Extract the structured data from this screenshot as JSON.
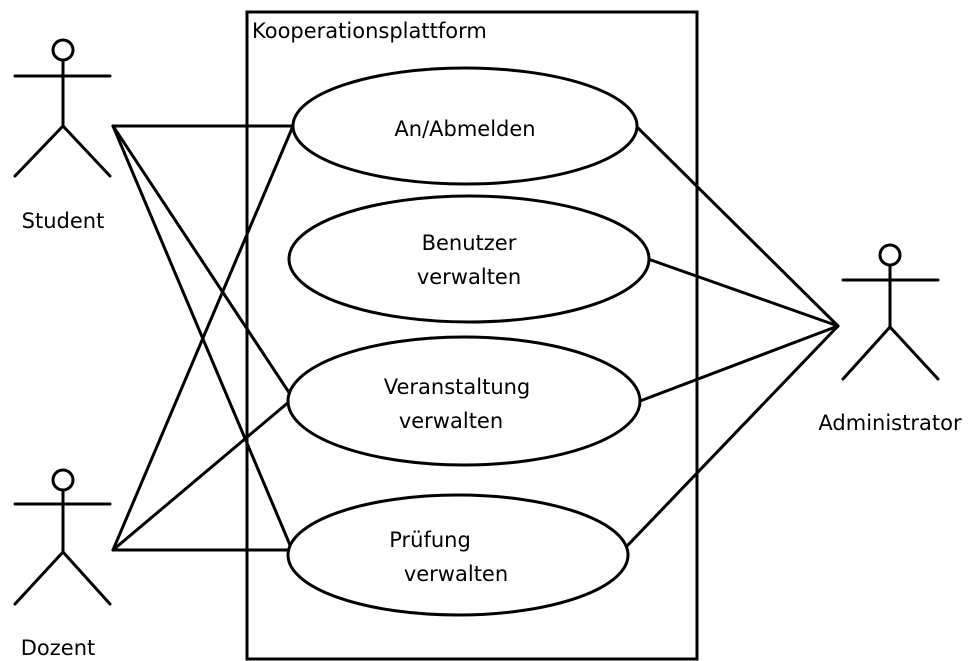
{
  "system": {
    "name": "Kooperationsplattform"
  },
  "actors": {
    "student": "Student",
    "dozent": "Dozent",
    "admin": "Administrator"
  },
  "use_cases": {
    "anmelden": {
      "line1": "An/Abmelden"
    },
    "benutzer": {
      "line1": "Benutzer",
      "line2": "verwalten"
    },
    "veranstaltung": {
      "line1": "Veranstaltung",
      "line2": "verwalten"
    },
    "pruefung": {
      "line1": "Prüfung",
      "line2": "verwalten"
    }
  },
  "associations": [
    {
      "actor": "Student",
      "use_case": "An/Abmelden"
    },
    {
      "actor": "Student",
      "use_case": "Veranstaltung verwalten"
    },
    {
      "actor": "Student",
      "use_case": "Prüfung verwalten"
    },
    {
      "actor": "Dozent",
      "use_case": "An/Abmelden"
    },
    {
      "actor": "Dozent",
      "use_case": "Veranstaltung verwalten"
    },
    {
      "actor": "Dozent",
      "use_case": "Prüfung verwalten"
    },
    {
      "actor": "Administrator",
      "use_case": "An/Abmelden"
    },
    {
      "actor": "Administrator",
      "use_case": "Benutzer verwalten"
    },
    {
      "actor": "Administrator",
      "use_case": "Veranstaltung verwalten"
    },
    {
      "actor": "Administrator",
      "use_case": "Prüfung verwalten"
    }
  ]
}
